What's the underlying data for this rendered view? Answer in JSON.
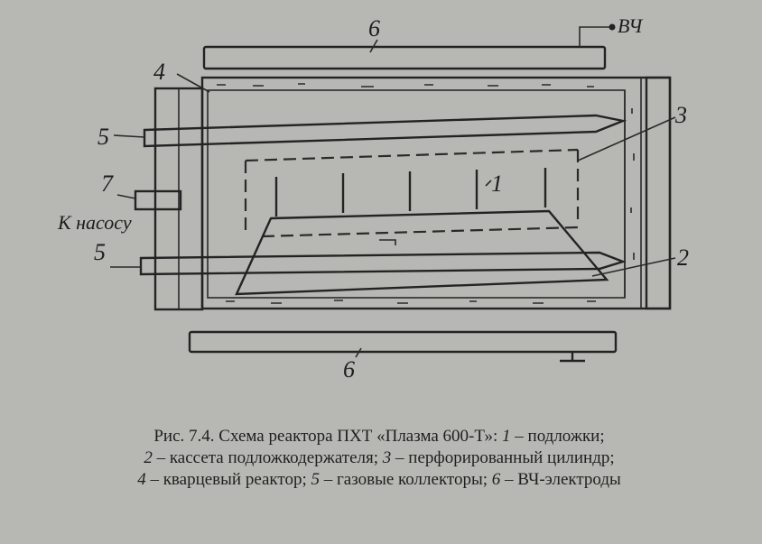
{
  "diagram": {
    "labels": {
      "l1": "1",
      "l2": "2",
      "l3": "3",
      "l4": "4",
      "l5a": "5",
      "l5b": "5",
      "l6a": "6",
      "l6b": "6",
      "l7": "7",
      "pump": "К насосу",
      "rf": "ВЧ"
    }
  },
  "caption": {
    "line1_prefix": "Рис. 7.4. Схема реактора ПХТ «Плазма 600-Т»: ",
    "line1_n1": "1",
    "line1_t1": " – подложки;",
    "line2_n2": "2",
    "line2_t2": " – кассета подложкодержателя; ",
    "line2_n3": "3",
    "line2_t3": " – перфорированный цилиндр;",
    "line3_n4": "4",
    "line3_t4": " – кварцевый реактор; ",
    "line3_n5": "5",
    "line3_t5": " – газовые коллекторы; ",
    "line3_n6": "6",
    "line3_t6": " – ВЧ-электроды"
  },
  "colors": {
    "paper": "#b7b7b3",
    "ink": "#232323"
  }
}
